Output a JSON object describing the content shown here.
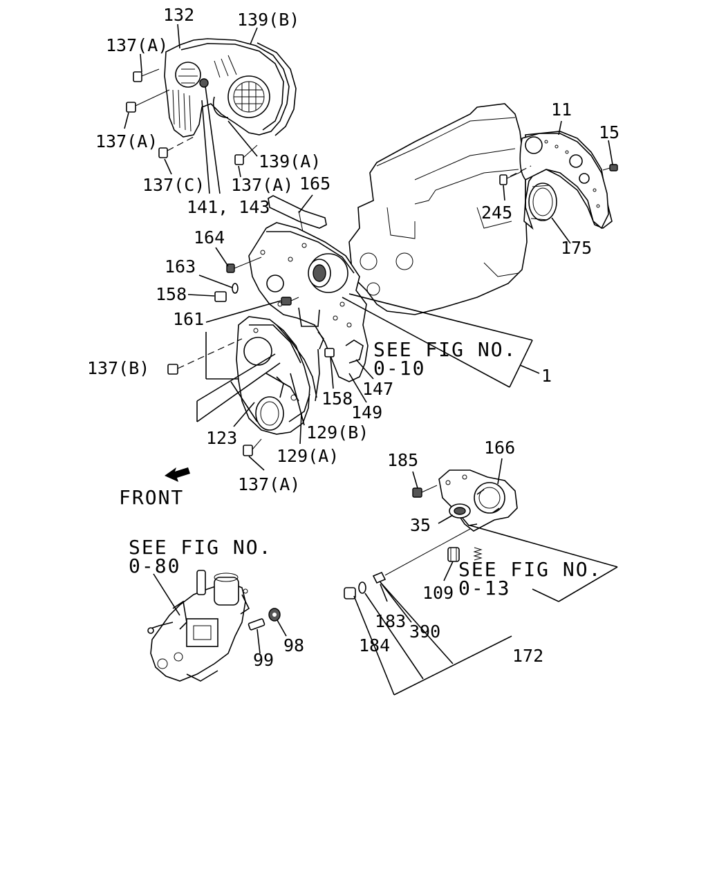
{
  "callouts": [
    "132",
    "139(B)",
    "137(A)",
    "137(A)",
    "137(C)",
    "137(A)",
    "139(A)",
    "141, 143",
    "165",
    "11",
    "15",
    "245",
    "175",
    "164",
    "163",
    "158",
    "161",
    "137(B)",
    "147",
    "158",
    "149",
    "1",
    "123",
    "129(B)",
    "129(A)",
    "137(A)",
    "185",
    "166",
    "35",
    "109",
    "183",
    "184",
    "390",
    "172",
    "98",
    "99"
  ],
  "references": [
    {
      "line1": "SEE FIG NO.",
      "line2": "0-10"
    },
    {
      "line1": "SEE FIG NO.",
      "line2": "0-80"
    },
    {
      "line1": "SEE FIG NO.",
      "line2": "0-13"
    }
  ],
  "direction_label": "FRONT"
}
